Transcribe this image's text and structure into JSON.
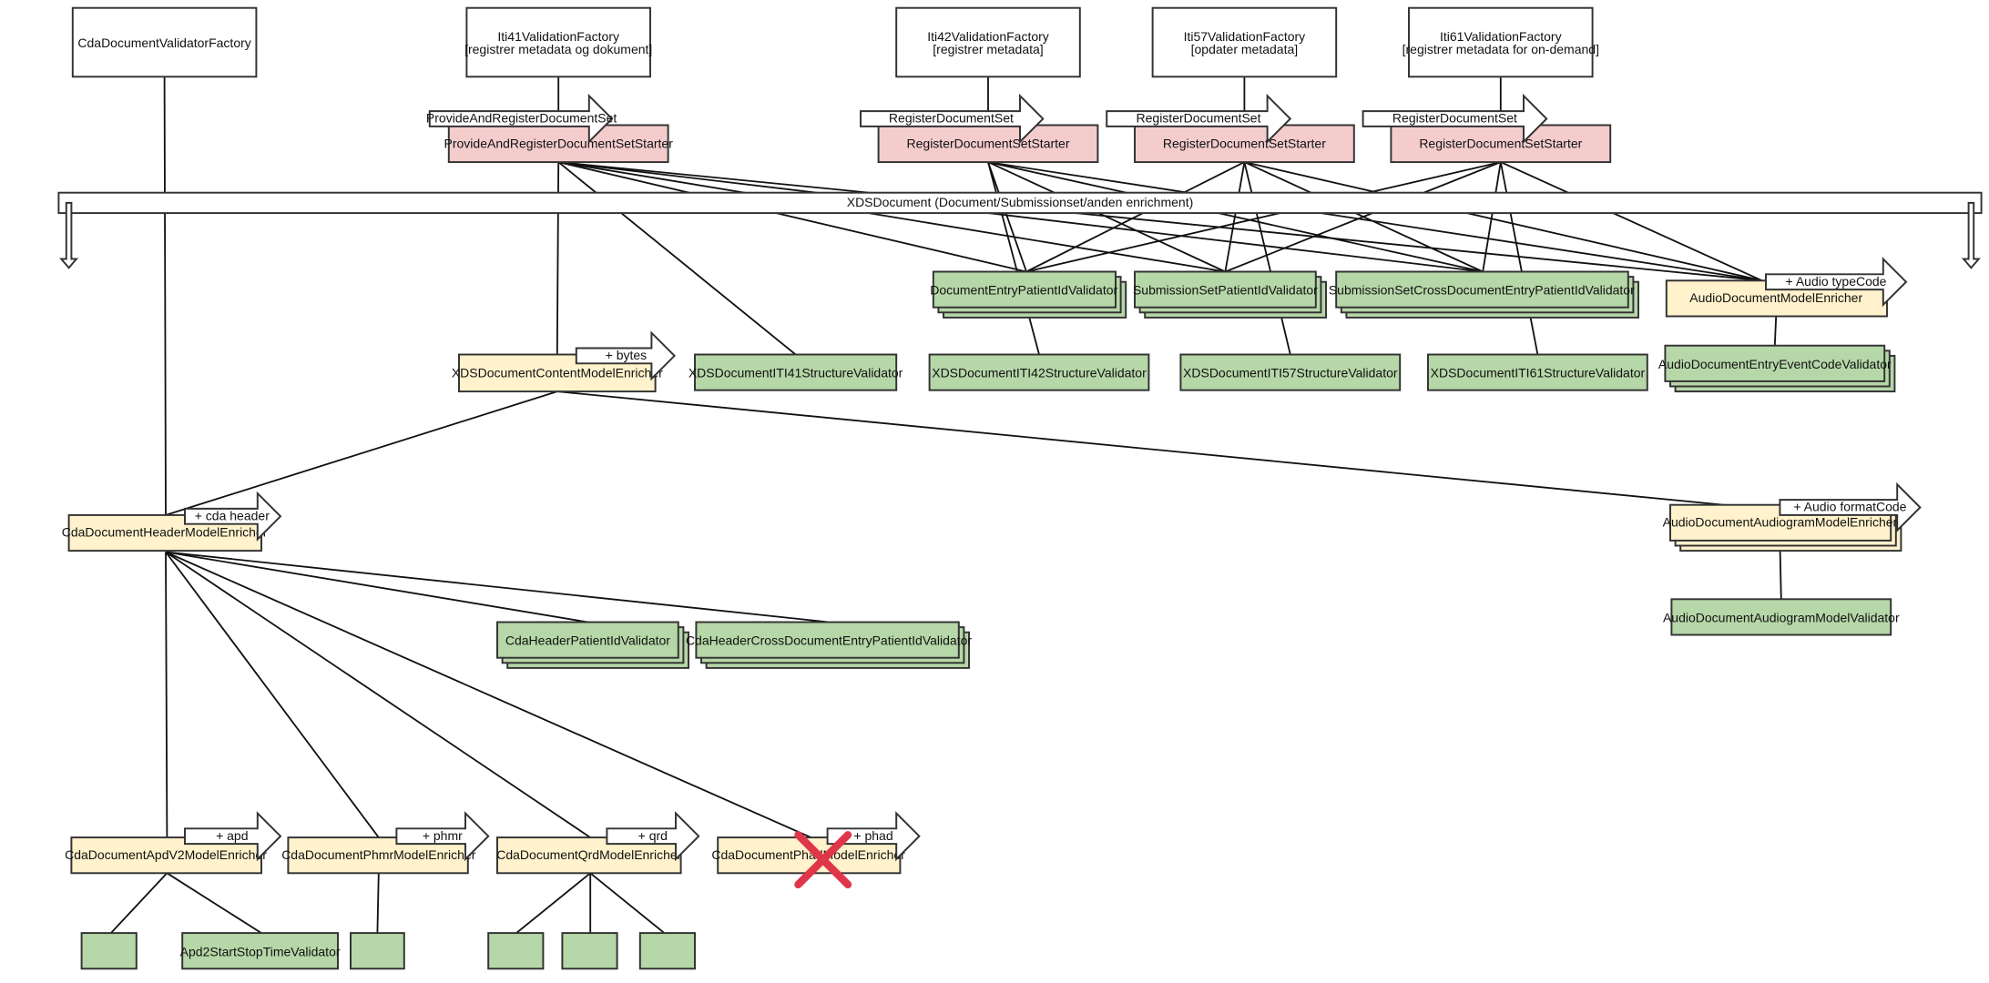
{
  "colors": {
    "factory": "#ffffff",
    "starter": "#f4cccc",
    "enricher": "#fff2cc",
    "validator": "#b6d7a8",
    "stroke": "#333333",
    "cross": "#e0364a"
  },
  "factories": {
    "cda": {
      "line1": "CdaDocumentValidatorFactory",
      "line2": ""
    },
    "iti41": {
      "line1": "Iti41ValidationFactory",
      "line2": "[registrer metadata og dokument]"
    },
    "iti42": {
      "line1": "Iti42ValidationFactory",
      "line2": "[registrer metadata]"
    },
    "iti57": {
      "line1": "Iti57ValidationFactory",
      "line2": "[opdater metadata]"
    },
    "iti61": {
      "line1": "Iti61ValidationFactory",
      "line2": "[registrer metadata for on-demand]"
    }
  },
  "arrows": {
    "iti41": "ProvideAndRegisterDocumentSet",
    "iti42": "RegisterDocumentSet",
    "iti57": "RegisterDocumentSet",
    "iti61": "RegisterDocumentSet",
    "bytes": "+ bytes",
    "audio_type": "+ Audio typeCode",
    "audio_format": "+ Audio formatCode",
    "cda_header": "+ cda header",
    "apd": "+ apd",
    "phmr": "+ phmr",
    "qrd": "+ qrd",
    "phad": "+ phad"
  },
  "starters": {
    "iti41": "ProvideAndRegisterDocumentSetStarter",
    "iti42": "RegisterDocumentSetStarter",
    "iti57": "RegisterDocumentSetStarter",
    "iti61": "RegisterDocumentSetStarter"
  },
  "banner": "XDSDocument (Document/Submissionset/anden enrichment)",
  "enrichers": {
    "content": "XDSDocumentContentModelEnricher",
    "audio": "AudioDocumentModelEnricher",
    "audiogram": "AudioDocumentAudiogramModelEnricher",
    "header": "CdaDocumentHeaderModelEnricher",
    "apd": "CdaDocumentApdV2ModelEnricher",
    "phmr": "CdaDocumentPhmrModelEnricher",
    "qrd": "CdaDocumentQrdModelEnricher",
    "phad": "CdaDocumentPhadModelEnricher"
  },
  "validators": {
    "de_patient": "DocumentEntryPatientIdValidator",
    "ss_patient": "SubmissionSetPatientIdValidator",
    "ss_cross": "SubmissionSetCrossDocumentEntryPatientIdValidator",
    "iti41": "XDSDocumentITI41StructureValidator",
    "iti42": "XDSDocumentITI42StructureValidator",
    "iti57": "XDSDocumentITI57StructureValidator",
    "iti61": "XDSDocumentITI61StructureValidator",
    "audio_event": "AudioDocumentEntryEventCodeValidator",
    "audiogram": "AudioDocumentAudiogramModelValidator",
    "cda_patient": "CdaHeaderPatientIdValidator",
    "cda_cross": "CdaHeaderCrossDocumentEntryPatientIdValidator",
    "apd_time": "Apd2StartStopTimeValidator",
    "unnamed": ""
  },
  "status": {
    "phad_enricher": "removed"
  }
}
